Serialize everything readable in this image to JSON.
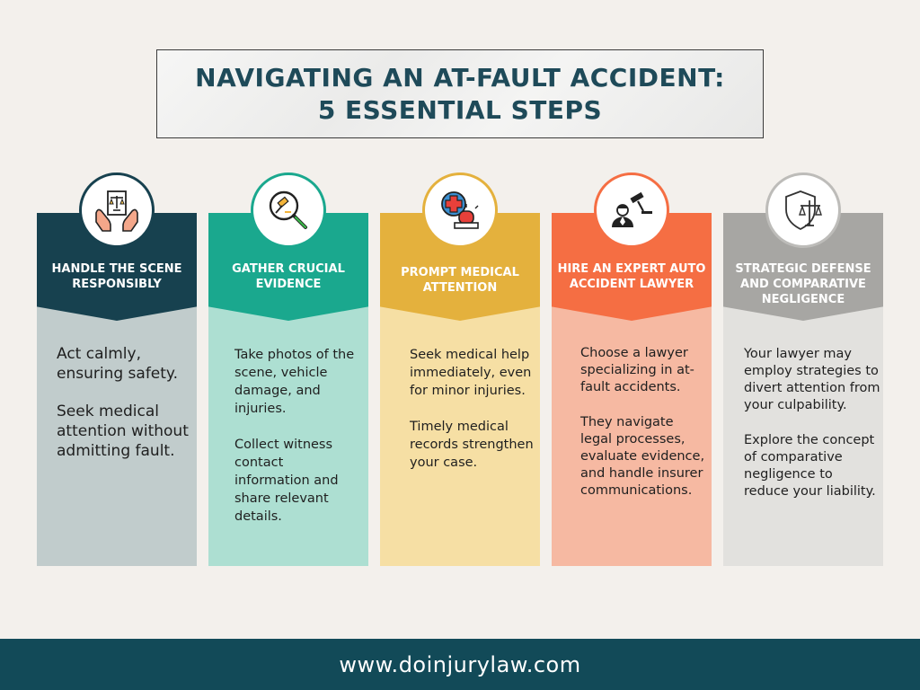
{
  "title": {
    "line1": "NAVIGATING AN AT-FAULT ACCIDENT:",
    "line2": "5 ESSENTIAL STEPS"
  },
  "steps": [
    {
      "heading": "HANDLE THE SCENE RESPONSIBLY",
      "icon": "hands-document-scales-icon",
      "paragraphs": [
        "Act calmly, ensuring safety.",
        "Seek medical attention without admitting fault."
      ],
      "head_color": "#17414f",
      "body_color": "#c1cccc",
      "ring_color": "#17414f"
    },
    {
      "heading": "GATHER CRUCIAL EVIDENCE",
      "icon": "magnifier-gavel-icon",
      "paragraphs": [
        "Take photos of the scene, vehicle damage, and injuries.",
        "Collect witness contact information and share relevant details."
      ],
      "head_color": "#1aa88e",
      "body_color": "#addfd2",
      "ring_color": "#1aa88e"
    },
    {
      "heading": "PROMPT MEDICAL ATTENTION",
      "icon": "medical-cross-siren-icon",
      "paragraphs": [
        "Seek medical help immediately, even for minor injuries.",
        "Timely medical records strengthen your case."
      ],
      "head_color": "#e4b13d",
      "body_color": "#f6dfa4",
      "ring_color": "#e4b13d"
    },
    {
      "heading": "HIRE AN EXPERT AUTO ACCIDENT LAWYER",
      "icon": "lawyer-gavel-icon",
      "paragraphs": [
        "Choose a lawyer specializing in at-fault accidents.",
        "They navigate legal processes, evaluate evidence, and handle insurer communications."
      ],
      "head_color": "#f56e43",
      "body_color": "#f6b9a2",
      "ring_color": "#f56e43"
    },
    {
      "heading": "STRATEGIC DEFENSE AND COMPARATIVE NEGLIGENCE",
      "icon": "shield-scales-icon",
      "paragraphs": [
        "Your lawyer may employ strategies to divert attention from your culpability.",
        "Explore the concept of comparative negligence to reduce your liability."
      ],
      "head_color": "#a7a6a3",
      "body_color": "#e2e1de",
      "ring_color": "#bdbcb9"
    }
  ],
  "footer": {
    "url": "www.doinjurylaw.com"
  }
}
